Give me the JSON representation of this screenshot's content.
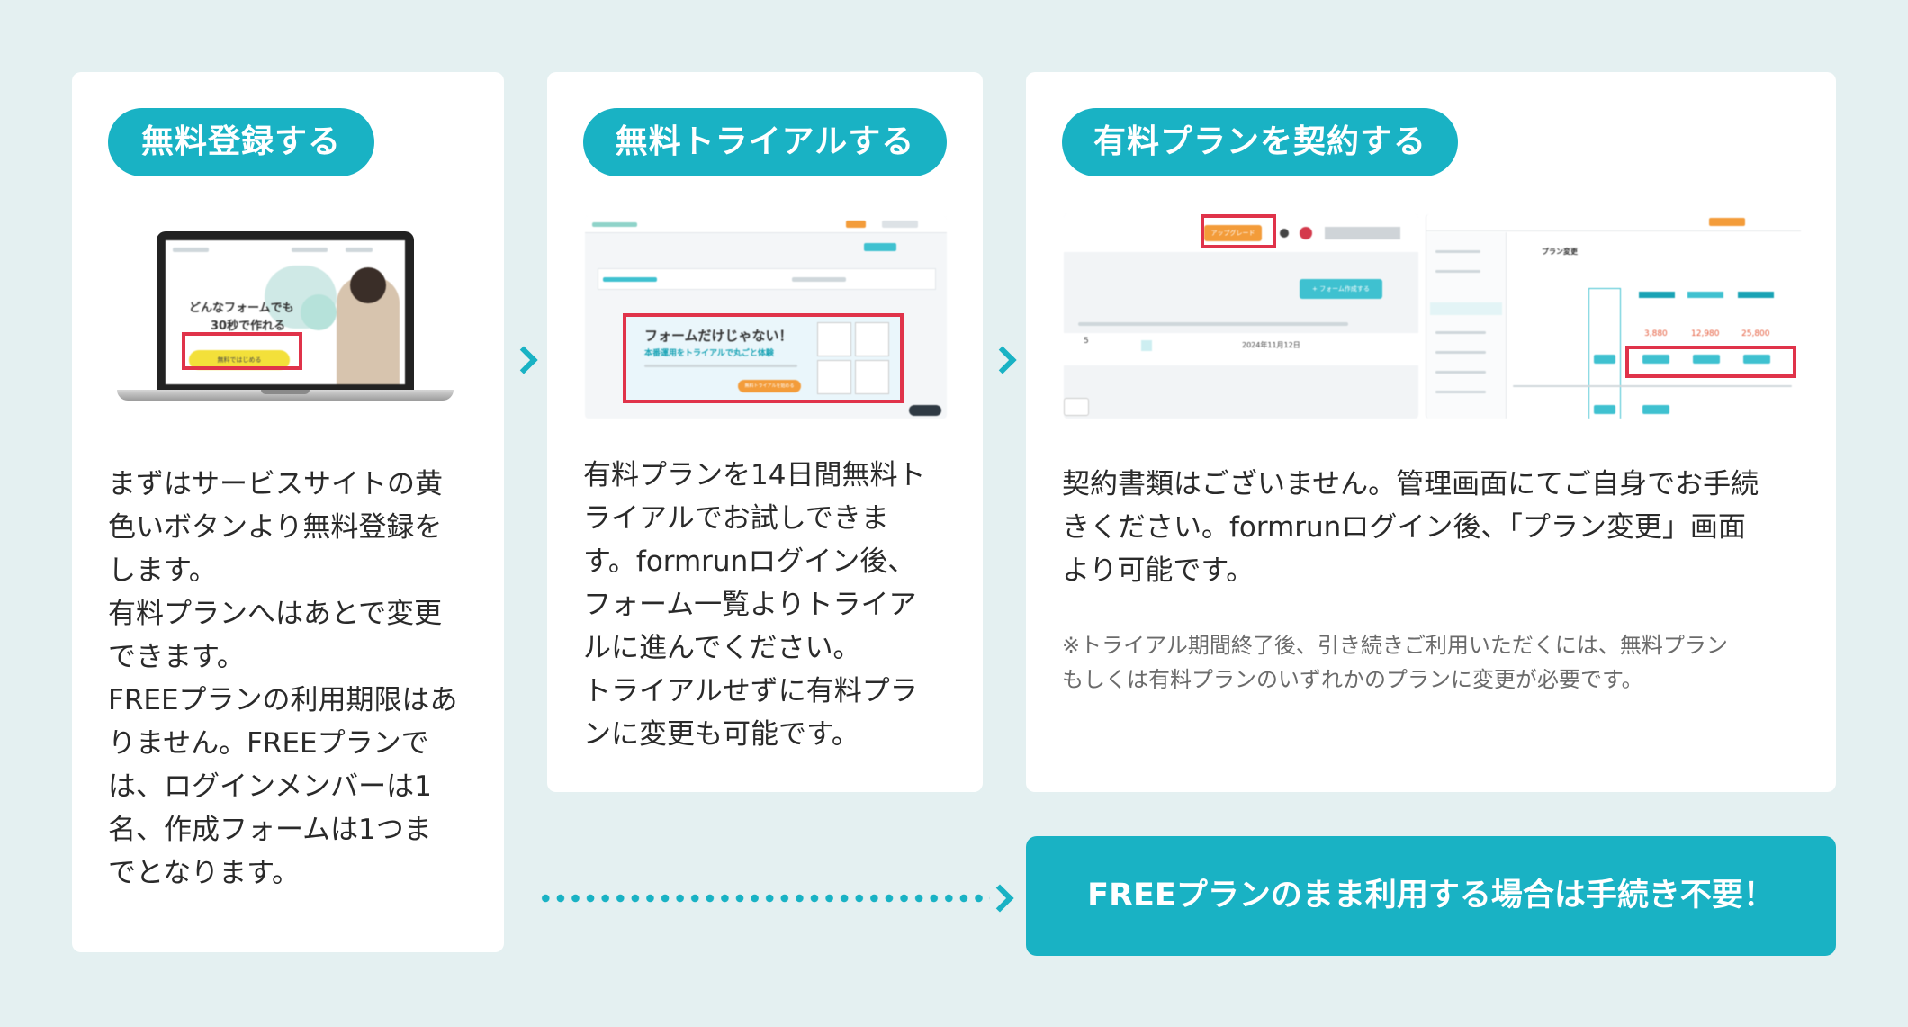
{
  "steps": [
    {
      "title": "無料登録する",
      "body": [
        "まずはサービスサイトの黄",
        "色いボタンより無料登録を",
        "します。",
        "有料プランへはあとで変更",
        "できます。",
        "FREEプランの利用期限はあ",
        "りません。FREEプランで",
        "は、ログインメンバーは1",
        "名、作成フォームは1つま",
        "でとなります。"
      ],
      "screenshot": {
        "headline1": "どんなフォームでも",
        "headline2": "30秒で作れる",
        "cta_label": "無料ではじめる"
      }
    },
    {
      "title": "無料トライアルする",
      "body": [
        "有料プランを14日間無料ト",
        "ライアルでお試しできま",
        "す。formrunログイン後、",
        "フォーム一覧よりトライア",
        "ルに進んでください。",
        "トライアルせずに有料プラ",
        "ンに変更も可能です。"
      ],
      "screenshot": {
        "banner_title": "フォームだけじゃない！",
        "banner_sub": "本番運用をトライアルで丸ごと体験",
        "banner_button": "無料トライアルを始める"
      }
    },
    {
      "title": "有料プランを契約する",
      "body": [
        "契約書類はございません。管理画面にてご自身でお手続",
        "きください。formrunログイン後、「プラン変更」画面",
        "より可能です。"
      ],
      "note": [
        "※トライアル期間終了後、引き続きご利用いただくには、無料プラン",
        "もしくは有料プランのいずれかのプランに変更が必要です。"
      ],
      "screenshot": {
        "upgrade_label": "アップグレード",
        "create_form_label": "+ フォーム作成する",
        "row_count": "5",
        "row_date": "2024年11月12日",
        "plan_change_title": "プラン変更",
        "price1": "3,880",
        "price2": "12,980",
        "price3": "25,800"
      }
    }
  ],
  "free_banner": "FREEプランのまま利用する場合は手続き不要！",
  "colors": {
    "accent": "#19b2c4",
    "highlight": "#e0334a",
    "background": "#e4f0f1",
    "cta_yellow": "#f3e03a",
    "orange": "#f39c3a"
  }
}
